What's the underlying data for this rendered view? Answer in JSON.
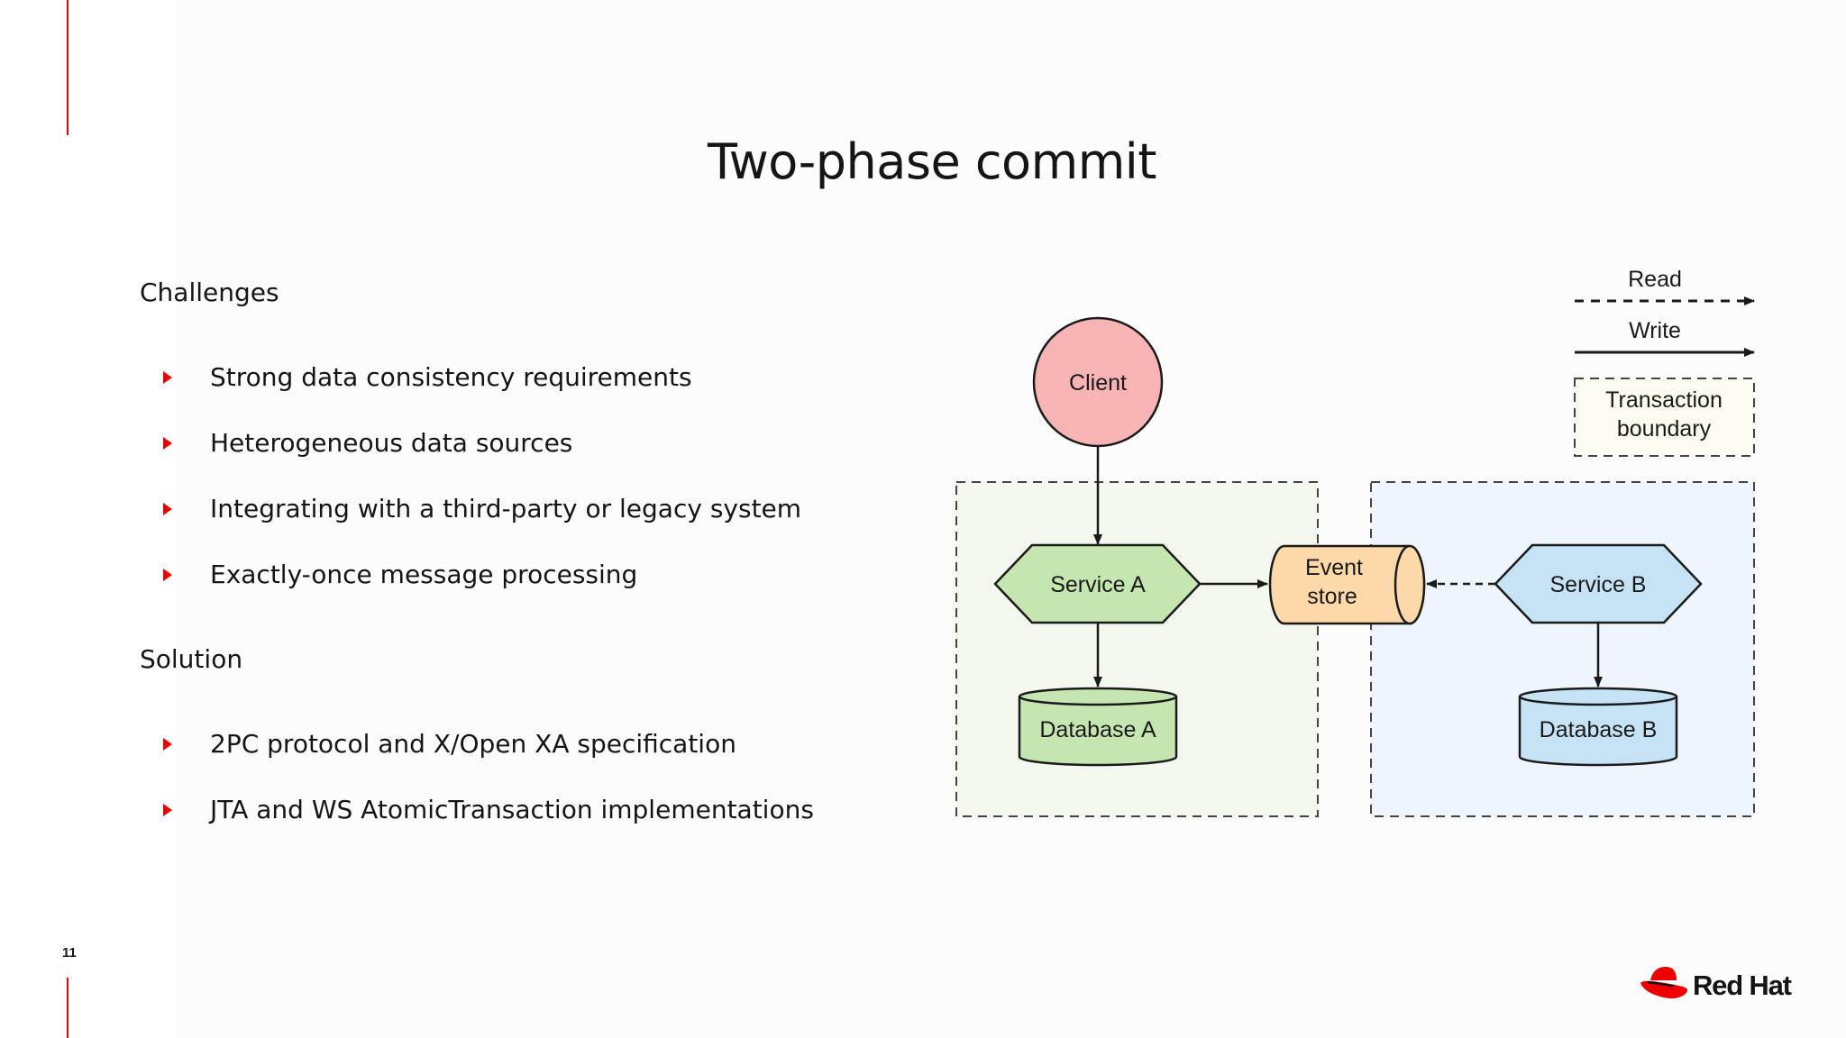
{
  "slide": {
    "title": "Two-phase commit",
    "page_number": "11",
    "brand": {
      "name": "Red Hat",
      "accent": "#ee0000"
    }
  },
  "left": {
    "challenges_heading": "Challenges",
    "challenges": [
      "Strong data consistency requirements",
      "Heterogeneous data sources",
      "Integrating with a third-party or legacy system",
      "Exactly-once message processing"
    ],
    "solution_heading": "Solution",
    "solutions": [
      "2PC protocol and X/Open XA specification",
      "JTA and WS AtomicTransaction implementations"
    ]
  },
  "diagram": {
    "legend": {
      "read": "Read",
      "write": "Write",
      "transaction_line1": "Transaction",
      "transaction_line2": "boundary"
    },
    "nodes": {
      "client": "Client",
      "service_a": "Service A",
      "event_store_line1": "Event",
      "event_store_line2": "store",
      "service_b": "Service B",
      "database_a": "Database A",
      "database_b": "Database B"
    },
    "colors": {
      "client": "#f8b4b4",
      "service_a": "#c6e6b1",
      "database_a": "#c6e6b1",
      "event_store": "#fdd8a8",
      "service_b": "#c5e3f5",
      "database_b": "#c5e3f5",
      "boundary_a_fill": "#f2f8ee",
      "boundary_b_fill": "#eef5fc",
      "legend_boundary_fill": "#fdfbef"
    }
  }
}
